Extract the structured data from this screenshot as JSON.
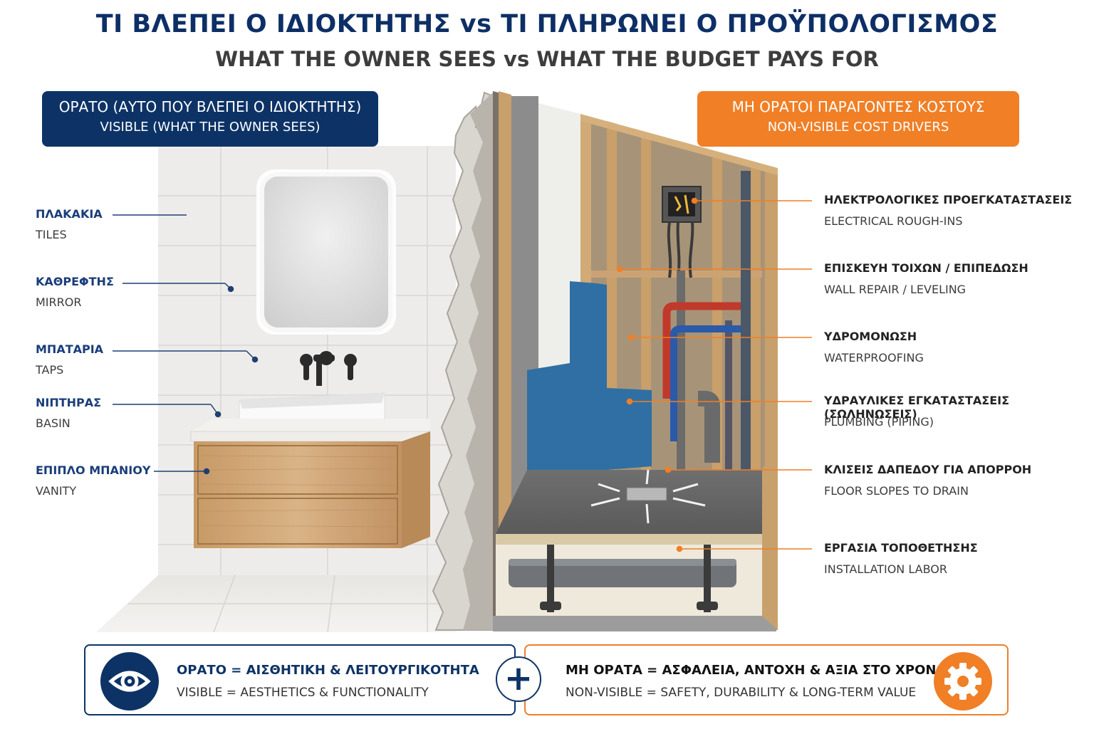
{
  "header": {
    "title_gr": "ΤΙ ΒΛΕΠΕΙ Ο ΙΔΙΟΚΤΗΤΗΣ vs ΤΙ ΠΛΗΡΩΝΕΙ Ο ΠΡΟΫΠΟΛΟΓΙΣΜΟΣ",
    "title_en": "WHAT THE OWNER SEES vs WHAT THE BUDGET PAYS FOR"
  },
  "visible_panel": {
    "heading_gr": "ΟΡΑΤΟ (ΑΥΤΟ ΠΟΥ ΒΛΕΠΕΙ Ο ΙΔΙΟΚΤΗΤΗΣ)",
    "heading_en": "VISIBLE (WHAT THE OWNER SEES)",
    "items": [
      {
        "gr": "ΠΛΑΚΑΚΙΑ",
        "en": "TILES"
      },
      {
        "gr": "ΚΑΘΡΕΦΤΗΣ",
        "en": "MIRROR"
      },
      {
        "gr": "ΜΠΑΤΑΡΙΑ",
        "en": "TAPS"
      },
      {
        "gr": "ΝΙΠΤΗΡΑΣ",
        "en": "BASIN"
      },
      {
        "gr": "ΕΠΙΠΛΟ ΜΠΑΝΙΟΥ",
        "en": "VANITY"
      }
    ]
  },
  "hidden_panel": {
    "heading_gr": "ΜΗ ΟΡΑΤΟΙ ΠΑΡΑΓΟΝΤΕΣ ΚΟΣΤΟΥΣ",
    "heading_en": "NON-VISIBLE COST DRIVERS",
    "items": [
      {
        "gr": "ΗΛΕΚΤΡΟΛΟΓΙΚΕΣ ΠΡΟΕΓΚΑΤΑΣΤΑΣΕΙΣ",
        "en": "ELECTRICAL ROUGH-INS"
      },
      {
        "gr": "ΕΠΙΣΚΕΥΗ ΤΟΙΧΩΝ / ΕΠΙΠΕΔΩΣΗ",
        "en": "WALL REPAIR / LEVELING"
      },
      {
        "gr": "ΥΔΡΟΜΟΝΩΣΗ",
        "en": "WATERPROOFING"
      },
      {
        "gr": "ΥΔΡΑΥΛΙΚΕΣ ΕΓΚΑΤΑΣΤΑΣΕΙΣ (ΣΩΛΗΝΩΣΕΙΣ)",
        "en": "PLUMBING (PIPING)"
      },
      {
        "gr": "ΚΛΙΣΕΙΣ ΔΑΠΕΔΟΥ ΓΙΑ ΑΠΟΡΡΟΗ",
        "en": "FLOOR SLOPES TO DRAIN"
      },
      {
        "gr": "ΕΡΓΑΣΙΑ ΤΟΠΟΘΕΤΗΣΗΣ",
        "en": "INSTALLATION LABOR"
      }
    ]
  },
  "footer": {
    "left_gr": "ΟΡΑΤΟ = ΑΙΣΘΗΤΙΚΗ & ΛΕΙΤΟΥΡΓΙΚΟΤΗΤΑ",
    "left_en": "VISIBLE = AESTHETICS & FUNCTIONALITY",
    "right_gr": "ΜΗ ΟΡΑΤΑ = ΑΣΦΑΛΕΙΑ, ΑΝΤΟΧΗ & ΑΞΙΑ ΣΤΟ ΧΡΟΝΟ",
    "right_en": "NON-VISIBLE = SAFETY, DURABILITY & LONG-TERM VALUE",
    "plus_symbol": "+",
    "left_icon": "eye-icon",
    "right_icon": "gear-icon"
  },
  "colors": {
    "navy": "#0d2f66",
    "orange": "#f07f26",
    "wood": "#c9a271",
    "membrane": "#2f6fa3"
  }
}
